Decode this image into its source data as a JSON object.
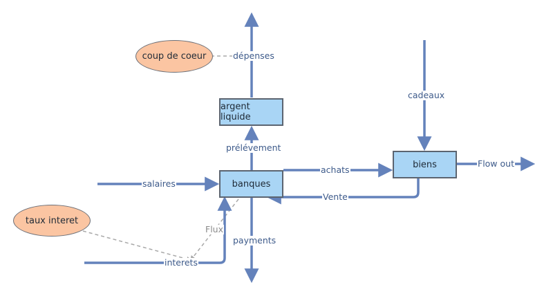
{
  "colors": {
    "flow": "#6482bb",
    "box_fill": "#a9d5f5",
    "ellipse_fill": "#fbc5a2",
    "dashed": "#a8a8a8"
  },
  "stocks": {
    "argent_liquide": "argent liquide",
    "banques": "banques",
    "biens": "biens"
  },
  "variables": {
    "coup_de_coeur": "coup de coeur",
    "taux_interet": "taux interet"
  },
  "flows": {
    "depenses": "dépenses",
    "prelevement": "prélévement",
    "salaires": "salaires",
    "achats": "achats",
    "vente": "Vente",
    "payments": "payments",
    "interets": "interets",
    "cadeaux": "cadeaux",
    "flow_out": "Flow out"
  },
  "links": {
    "flux": "Flux"
  }
}
